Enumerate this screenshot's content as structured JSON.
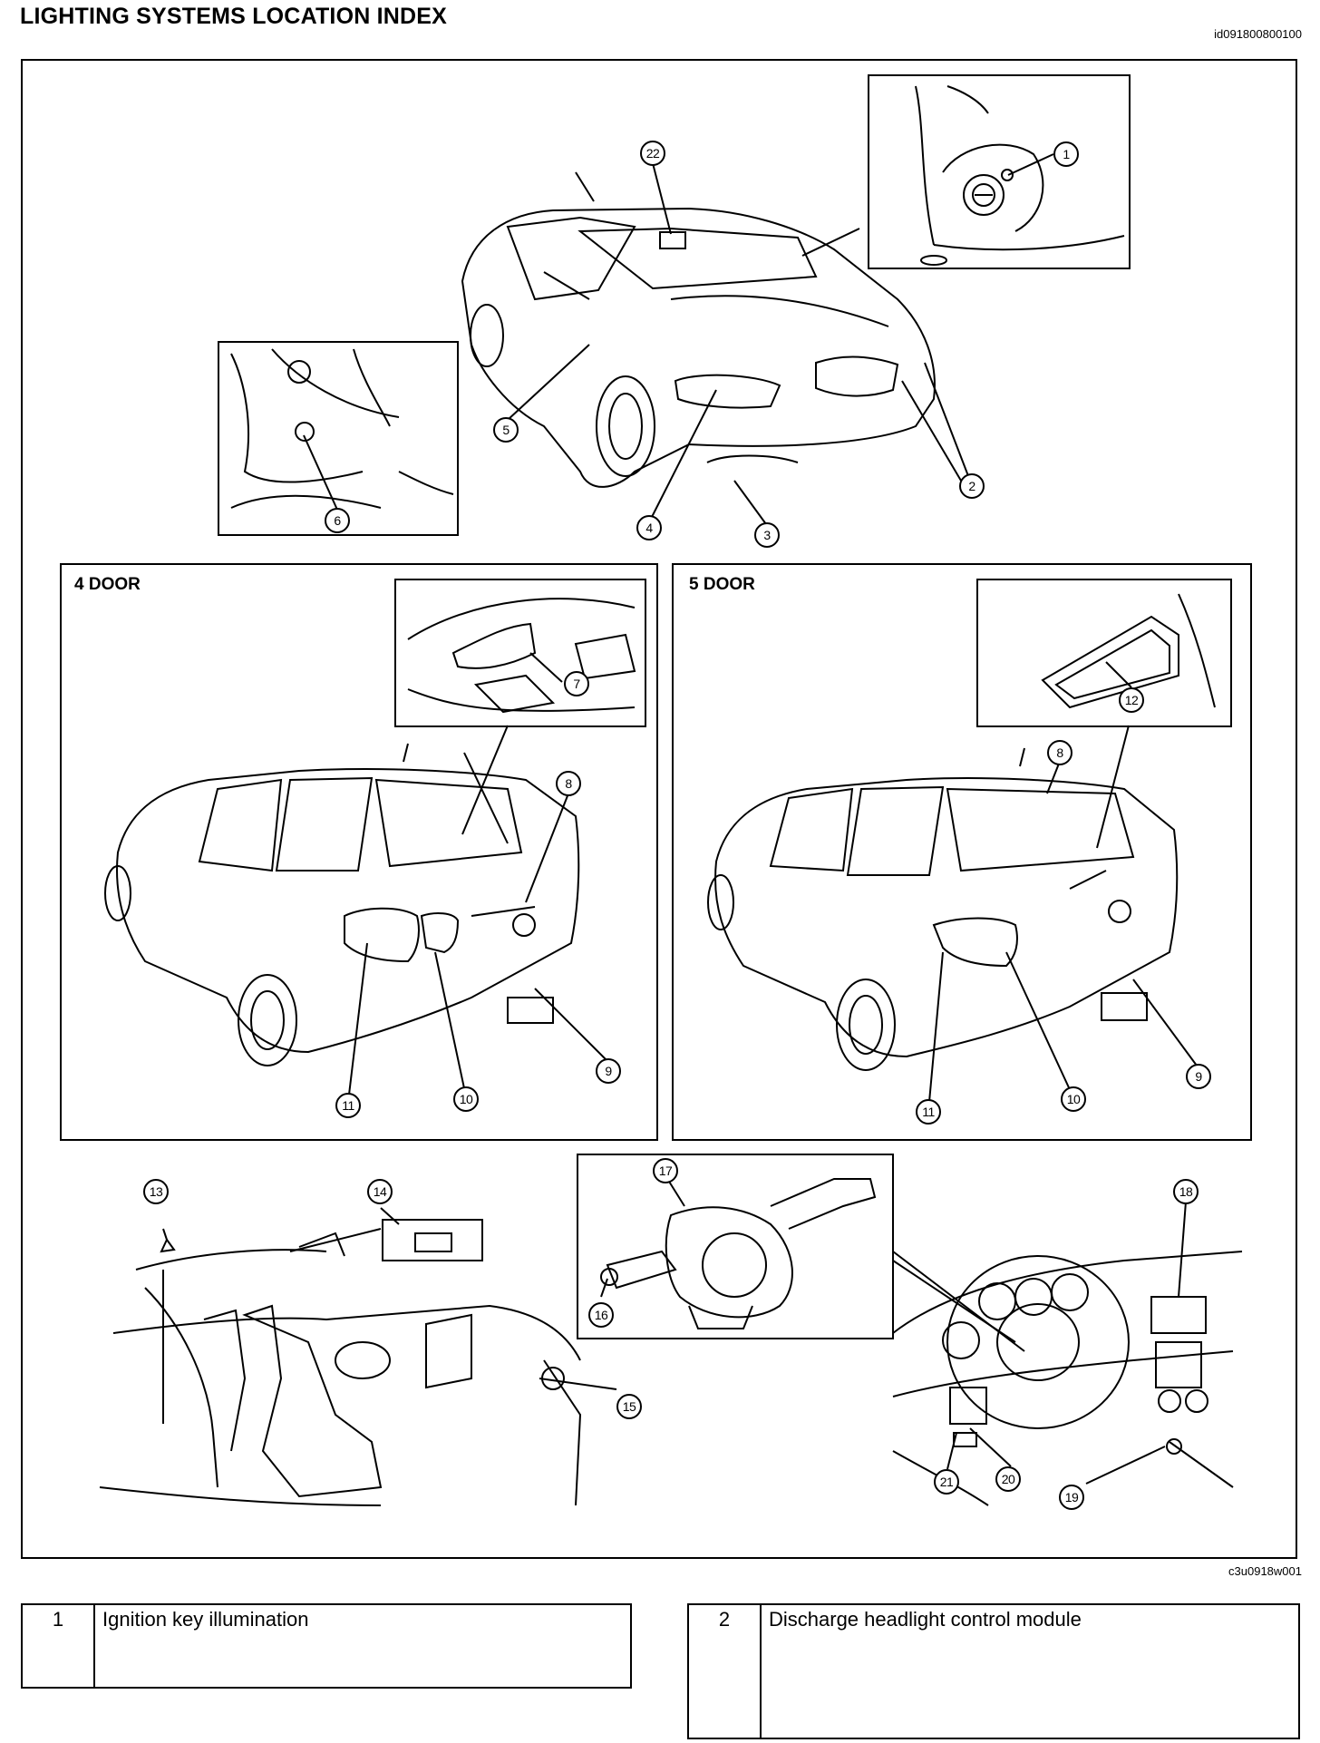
{
  "header": {
    "title": "LIGHTING SYSTEMS LOCATION INDEX",
    "doc_id": "id091800800100"
  },
  "figure": {
    "figure_id": "c3u0918w001",
    "panels": {
      "four_door": "4 DOOR",
      "five_door": "5 DOOR"
    },
    "callouts": {
      "c1": "1",
      "c2": "2",
      "c3": "3",
      "c4": "4",
      "c5": "5",
      "c6": "6",
      "c7": "7",
      "c8": "8",
      "c9": "9",
      "c10": "10",
      "c11": "11",
      "c12": "12",
      "c13": "13",
      "c14": "14",
      "c15": "15",
      "c16": "16",
      "c17": "17",
      "c18": "18",
      "c19": "19",
      "c20": "20",
      "c21": "21",
      "c22": "22"
    }
  },
  "legend": [
    {
      "number": "1",
      "description": "Ignition key illumination"
    },
    {
      "number": "2",
      "description": "Discharge headlight control module"
    }
  ]
}
